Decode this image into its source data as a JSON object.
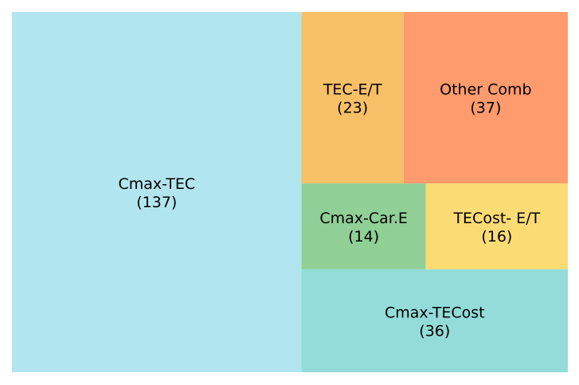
{
  "chart_data": {
    "type": "treemap",
    "items": [
      {
        "label": "Cmax-TEC",
        "value": 137,
        "value_text": "(137)",
        "color": "#B2E6EF"
      },
      {
        "label": "TEC-E/T",
        "value": 23,
        "value_text": "(23)",
        "color": "#F8C066"
      },
      {
        "label": "Other Comb",
        "value": 37,
        "value_text": "(37)",
        "color": "#FF9B6C"
      },
      {
        "label": "Cmax-Car.E",
        "value": 14,
        "value_text": "(14)",
        "color": "#90CF96"
      },
      {
        "label": "TECost- E/T",
        "value": 16,
        "value_text": "(16)",
        "color": "#FBDB74"
      },
      {
        "label": "Cmax-TECost",
        "value": 36,
        "value_text": "(36)",
        "color": "#93DCDA"
      }
    ]
  }
}
